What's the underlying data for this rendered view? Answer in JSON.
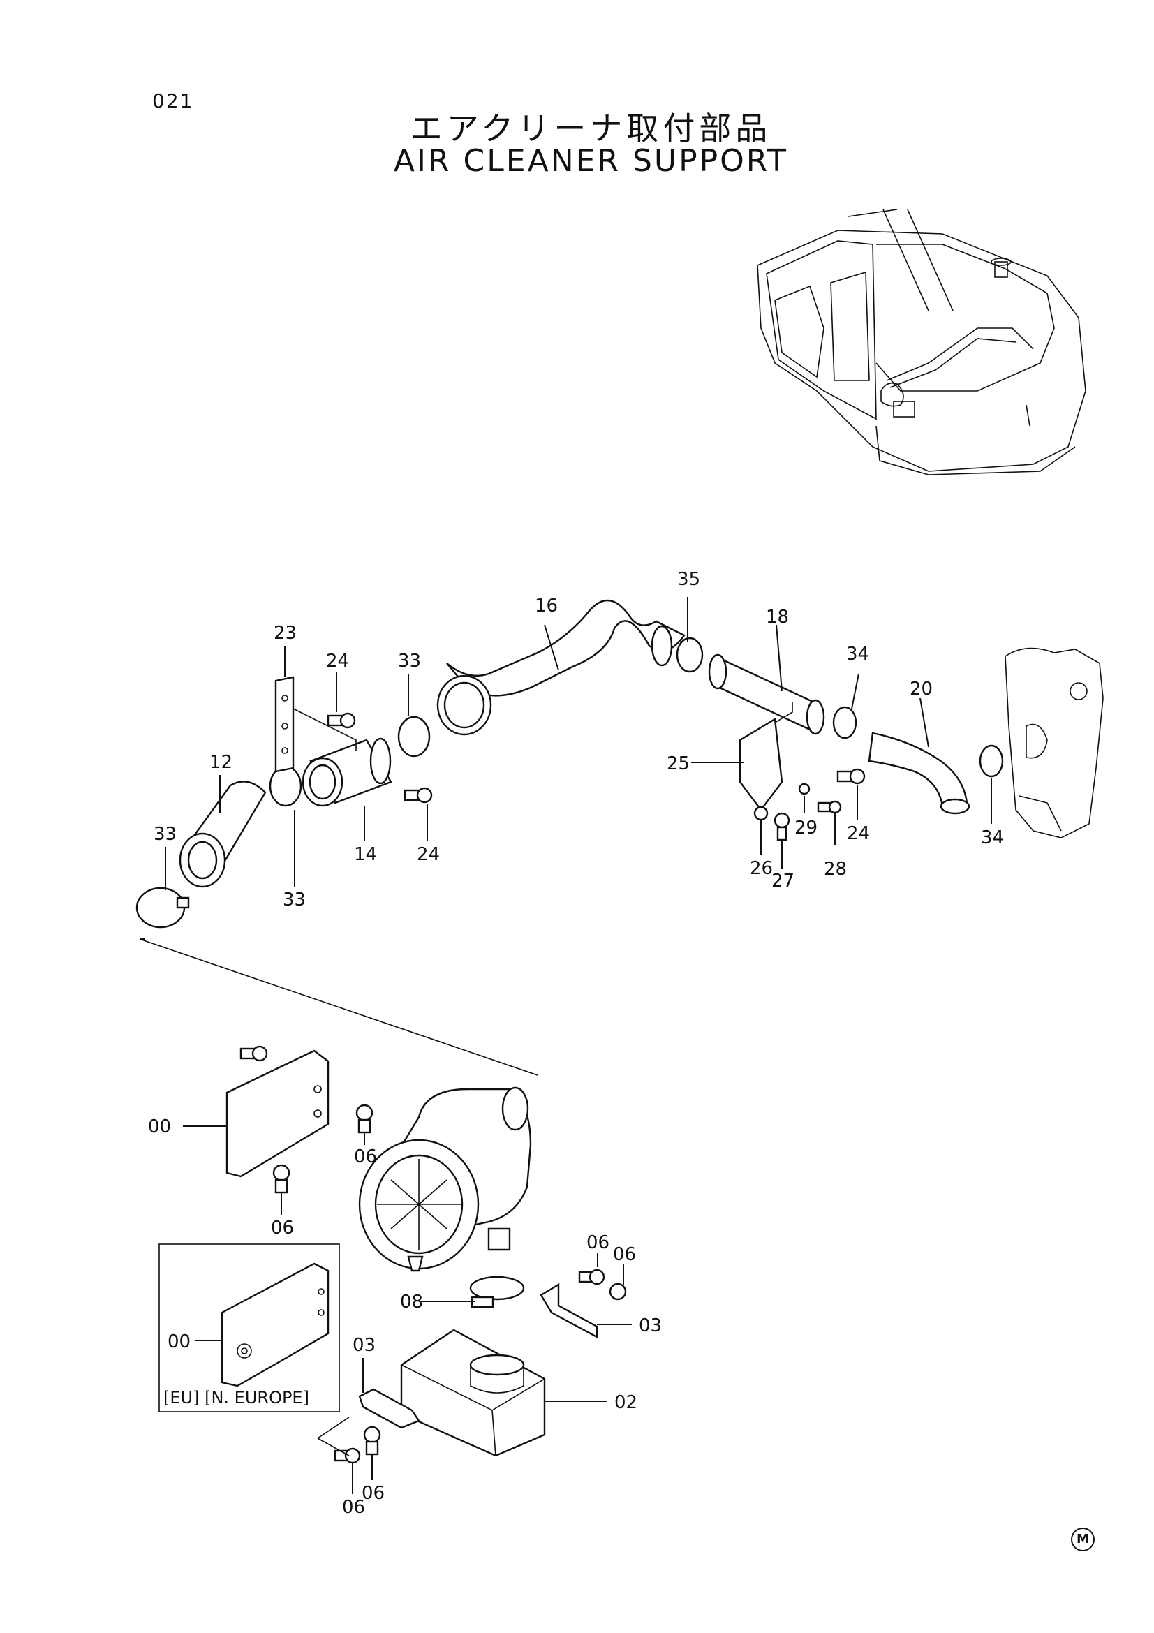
{
  "page_number": "021",
  "title_jp": "エアクリーナ取付部品",
  "title_en": "AIR CLEANER SUPPORT",
  "inset_caption": "[EU] [N. EUROPE]",
  "corner_mark": "M",
  "callouts": {
    "c35": "35",
    "c16": "16",
    "c18": "18",
    "c23": "23",
    "c24a": "24",
    "c33a": "33",
    "c34a": "34",
    "c20": "20",
    "c12": "12",
    "c25": "25",
    "c33b": "33",
    "c14": "14",
    "c24b": "24",
    "c29": "29",
    "c24c": "24",
    "c34b": "34",
    "c26": "26",
    "c28": "28",
    "c27": "27",
    "c33c": "33",
    "c00a": "00",
    "c06a": "06",
    "c06b": "06",
    "c06c": "06",
    "c06d": "06",
    "c08": "08",
    "c03a": "03",
    "c00b": "00",
    "c03b": "03",
    "c02": "02",
    "c06e": "06",
    "c06f": "06"
  }
}
